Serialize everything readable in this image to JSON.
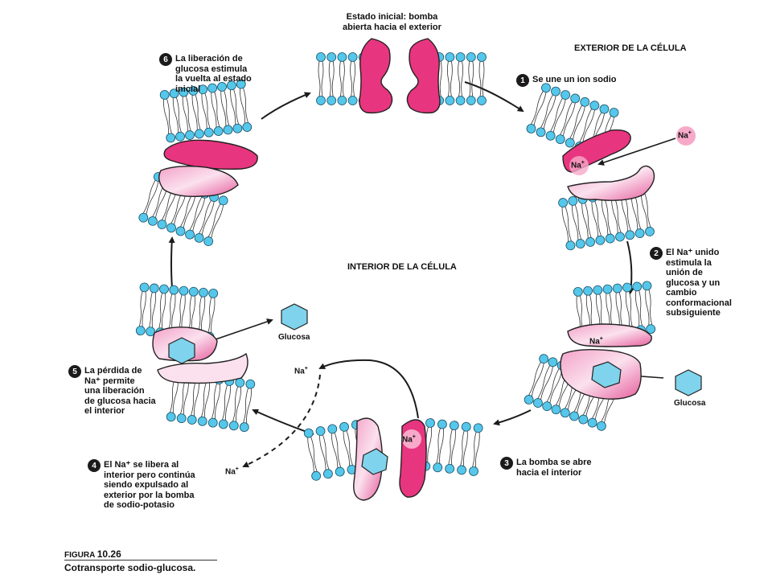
{
  "title_top": "Estado inicial: bomba\nabierta hacia el exterior",
  "region_outside": "EXTERIOR DE LA CÉLULA",
  "region_inside": "INTERIOR DE LA CÉLULA",
  "steps": [
    {
      "num": "1",
      "text": "Se une un ion sodio"
    },
    {
      "num": "2",
      "text": "El Na⁺ unido\nestimula la\nunión de\nglucosa y un\ncambio\nconformacional\nsubsiguiente"
    },
    {
      "num": "3",
      "text": "La bomba se abre\nhacia el interior"
    },
    {
      "num": "4",
      "text": "El Na⁺ se libera al\ninterior pero continúa\nsiendo expulsado al\nexterior por la bomba\nde sodio-potasio"
    },
    {
      "num": "5",
      "text": "La pérdida de\nNa⁺ permite\nuna liberación\nde glucosa hacia\nel interior"
    },
    {
      "num": "6",
      "text": "La liberación de\nglucosa estimula\nla vuelta al estado\ninicial"
    }
  ],
  "ion_label": "Na",
  "ion_charge": "+",
  "glucose_label": "Glucosa",
  "figure": {
    "prefix": "FIGURA",
    "number": "10.26",
    "caption": "Cotransporte sodio-glucosa."
  },
  "colors": {
    "protein": "#e8357f",
    "protein_light": "#f5b6d3",
    "lipid_head": "#55c7ea",
    "glucose": "#7fd3ec",
    "ion": "#f7a9c9",
    "ink": "#1b1b1b"
  }
}
